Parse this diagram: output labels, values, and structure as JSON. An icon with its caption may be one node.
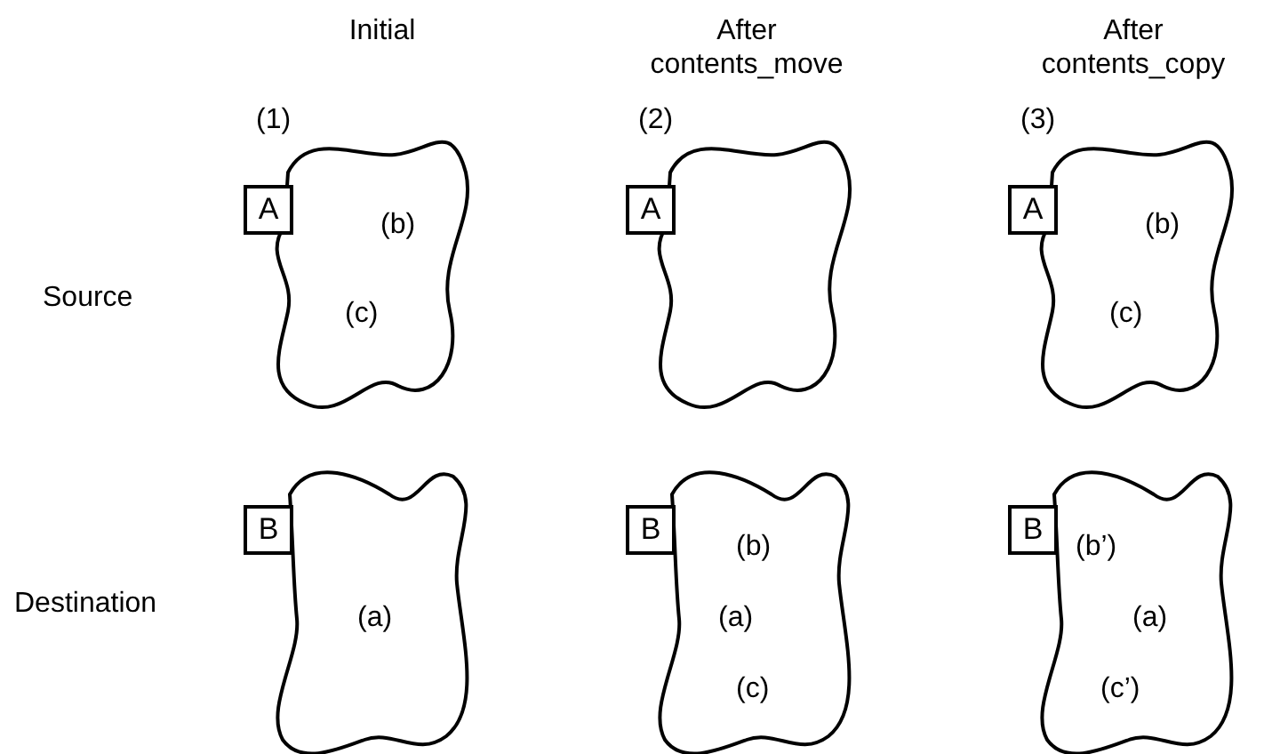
{
  "diagram": {
    "nodes": [
      {
        "text": [
          "(b)",
          "(c)"
        ]
      },
      {
        "text": [
          "A"
        ]
      },
      {
        "text": [],
        "shape": "cloud"
      },
      {
        "text": [
          "A"
        ]
      },
      {
        "text": [
          "(b)",
          "(c)"
        ]
      },
      {
        "text": [
          "A"
        ]
      },
      {
        "text": [
          "(a)"
        ]
      },
      {
        "text": [
          "B"
        ]
      },
      {
        "text": [
          "(b)",
          "(a)",
          "(c)"
        ]
      },
      {
        "text": [
          "B"
        ]
      },
      {
        "text": [
          "(b’)",
          "(a)",
          "(c’)"
        ]
      },
      {
        "text": [
          "B"
        ]
      }
    ],
    "labels": [
      "Initial",
      "After contents_move",
      "After contents_copy",
      "(1)",
      "(2)",
      "(3)",
      "Source",
      "Destination"
    ]
  }
}
